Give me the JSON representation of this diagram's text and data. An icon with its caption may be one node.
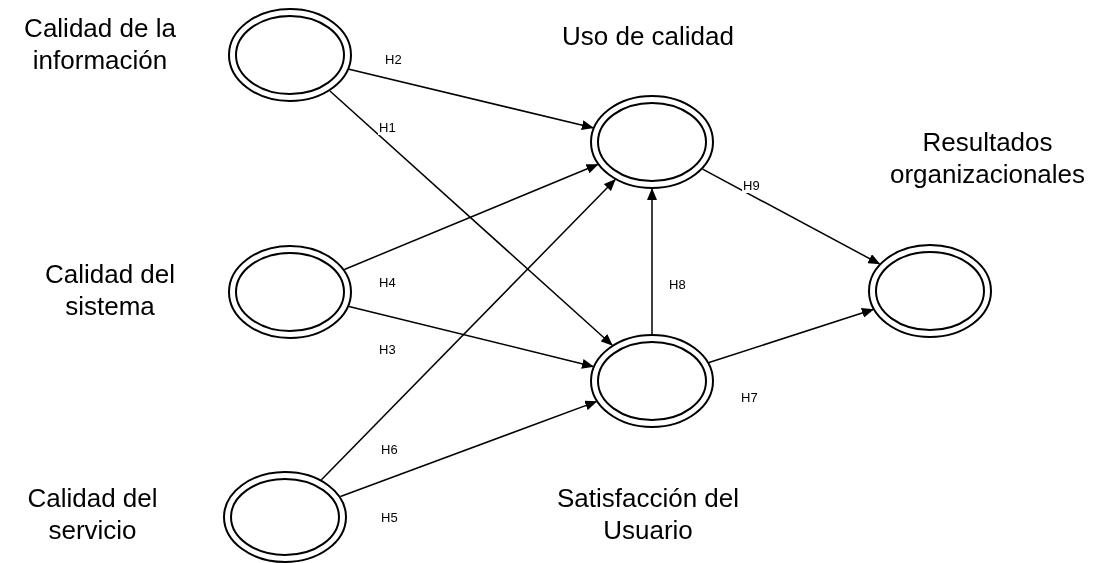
{
  "diagram": {
    "nodes": [
      {
        "text": [
          "Calidad de la información"
        ]
      },
      {
        "text": [
          "Calidad del sistema"
        ]
      },
      {
        "text": [
          "Calidad del servicio"
        ]
      },
      {
        "text": [
          "Uso de calidad"
        ]
      },
      {
        "text": [
          "Satisfacción del Usuario"
        ]
      },
      {
        "text": [
          "Resultados organizacionales"
        ]
      }
    ],
    "edges": [
      {
        "from": 0,
        "to": 3,
        "arrow": "to",
        "label": "H2"
      },
      {
        "from": 0,
        "to": 4,
        "arrow": "to",
        "label": "H1"
      },
      {
        "from": 1,
        "to": 3,
        "arrow": "to",
        "label": "H4"
      },
      {
        "from": 1,
        "to": 4,
        "arrow": "to",
        "label": "H3"
      },
      {
        "from": 2,
        "to": 3,
        "arrow": "to",
        "label": "H6"
      },
      {
        "from": 2,
        "to": 4,
        "arrow": "to",
        "label": "H5"
      },
      {
        "from": 4,
        "to": 3,
        "arrow": "to",
        "label": "H8"
      },
      {
        "from": 3,
        "to": 5,
        "arrow": "to",
        "label": "H9"
      },
      {
        "from": 4,
        "to": 5,
        "arrow": "to",
        "label": "H7"
      }
    ]
  }
}
